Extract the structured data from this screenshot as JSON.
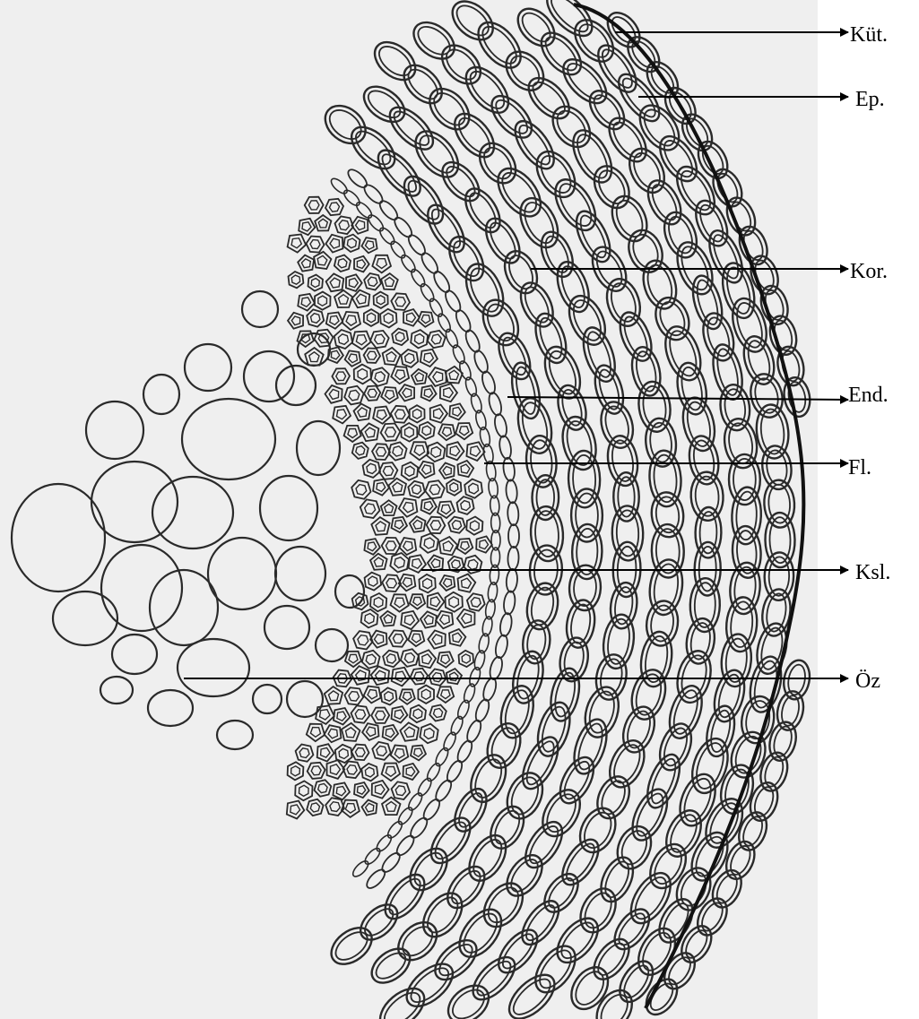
{
  "diagram": {
    "type": "plant stem cross-section (sector)",
    "labels": [
      {
        "id": "kut",
        "text": "Küt."
      },
      {
        "id": "ep",
        "text": "Ep."
      },
      {
        "id": "kor",
        "text": "Kor."
      },
      {
        "id": "end",
        "text": "End."
      },
      {
        "id": "fl",
        "text": "Fl."
      },
      {
        "id": "ksl",
        "text": "Ksl."
      },
      {
        "id": "oz",
        "text": "Öz"
      }
    ]
  }
}
